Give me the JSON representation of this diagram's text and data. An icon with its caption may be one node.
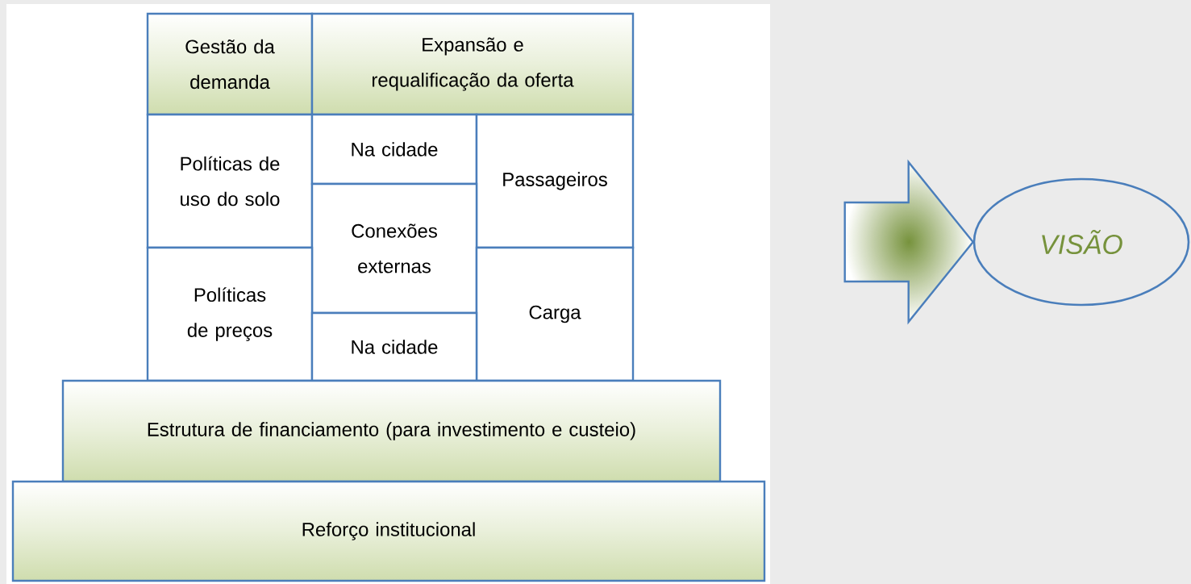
{
  "diagram": {
    "nodes": [
      {
        "text": [
          "Gestão da demanda"
        ]
      },
      {
        "text": [
          "Expansão e requalificação da oferta"
        ]
      },
      {
        "text": [
          "Políticas de uso do solo"
        ]
      },
      {
        "text": [
          "Na cidade"
        ]
      },
      {
        "text": [
          "Passageiros"
        ]
      },
      {
        "text": [
          "Conexões externas"
        ]
      },
      {
        "text": [
          "Políticas de preços"
        ]
      },
      {
        "text": [
          "Carga"
        ]
      },
      {
        "text": [
          "Na cidade"
        ]
      },
      {
        "text": [
          "Estrutura de financiamento (para investimento e custeio)"
        ]
      },
      {
        "text": [
          "Reforço institucional"
        ]
      },
      {
        "text": [
          "VISÃO"
        ]
      }
    ],
    "edges": [
      {
        "from": null,
        "to": 11,
        "arrow": "to",
        "style": "thick"
      }
    ]
  }
}
